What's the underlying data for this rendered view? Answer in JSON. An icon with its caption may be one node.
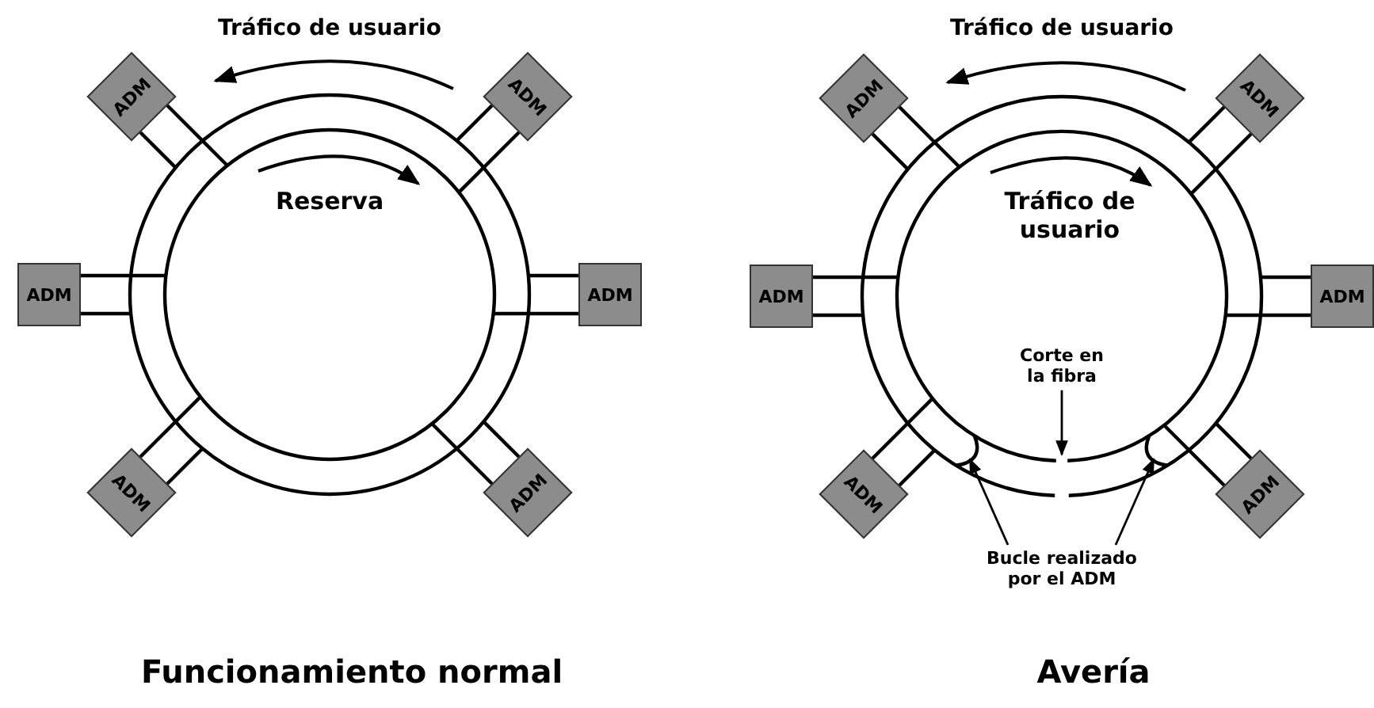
{
  "diagram": {
    "nodes": [
      {
        "text": [
          "ADM"
        ]
      },
      {
        "text": [
          "ADM"
        ]
      },
      {
        "text": [
          "ADM"
        ]
      },
      {
        "text": [
          "ADM"
        ]
      },
      {
        "text": [
          "ADM"
        ]
      },
      {
        "text": [
          "ADM"
        ]
      },
      {
        "text": [
          "ADM"
        ]
      },
      {
        "text": [
          "ADM"
        ]
      },
      {
        "text": [
          "ADM"
        ]
      },
      {
        "text": [
          "ADM"
        ]
      },
      {
        "text": [
          "ADM"
        ]
      },
      {
        "text": [
          "ADM"
        ]
      },
      {
        "text": [
          "Corte en la fibra"
        ]
      },
      {
        "text": [
          "Bucle realizado por el ADM"
        ]
      }
    ],
    "edges": [
      {
        "from": 12,
        "to": null,
        "arrow": "to"
      },
      {
        "from": 13,
        "to": null,
        "arrow": "to"
      },
      {
        "from": 13,
        "to": null,
        "arrow": "to"
      }
    ],
    "labels": [
      "Tráfico de usuario",
      "Tráfico de usuario",
      "Reserva",
      "Tráfico de usuario",
      "Funcionamiento normal",
      "Avería"
    ]
  }
}
